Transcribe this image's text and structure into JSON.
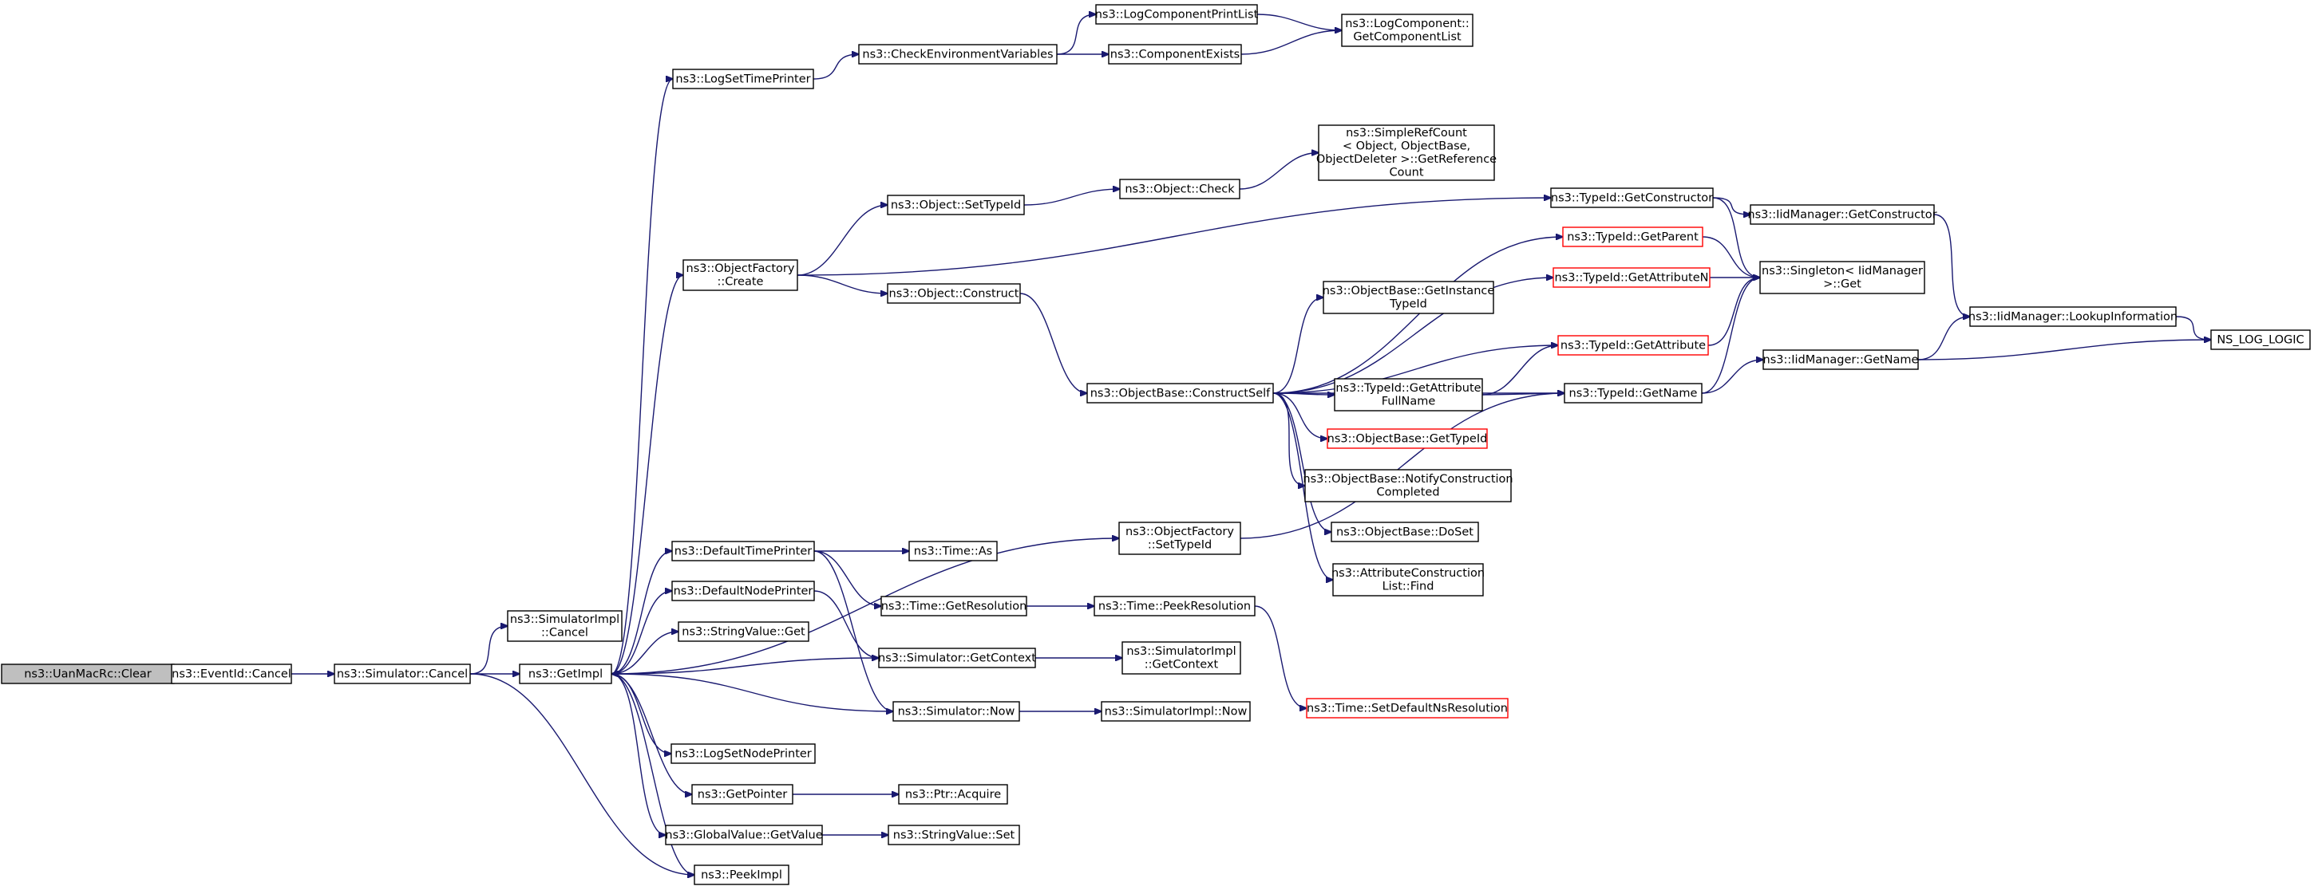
{
  "nodes": [
    {
      "id": "n0",
      "lines": [
        "ns3::UanMacRc::Clear"
      ],
      "style": "highlight"
    },
    {
      "id": "n1",
      "lines": [
        "ns3::EventId::Cancel"
      ],
      "style": "normal"
    },
    {
      "id": "n2",
      "lines": [
        "ns3::Simulator::Cancel"
      ],
      "style": "normal"
    },
    {
      "id": "n3",
      "lines": [
        "ns3::SimulatorImpl",
        "::Cancel"
      ],
      "style": "normal"
    },
    {
      "id": "n4",
      "lines": [
        "ns3::GetImpl"
      ],
      "style": "normal"
    },
    {
      "id": "n5",
      "lines": [
        "ns3::PeekImpl"
      ],
      "style": "normal"
    },
    {
      "id": "n6",
      "lines": [
        "ns3::LogSetTimePrinter"
      ],
      "style": "normal"
    },
    {
      "id": "n7",
      "lines": [
        "ns3::CheckEnvironmentVariables"
      ],
      "style": "normal"
    },
    {
      "id": "n8",
      "lines": [
        "ns3::LogComponentPrintList"
      ],
      "style": "normal"
    },
    {
      "id": "n9",
      "lines": [
        "ns3::LogComponent::",
        "GetComponentList"
      ],
      "style": "normal"
    },
    {
      "id": "n10",
      "lines": [
        "ns3::ComponentExists"
      ],
      "style": "normal"
    },
    {
      "id": "n11",
      "lines": [
        "ns3::ObjectFactory",
        "::Create"
      ],
      "style": "normal"
    },
    {
      "id": "n12",
      "lines": [
        "ns3::Object::SetTypeId"
      ],
      "style": "normal"
    },
    {
      "id": "n13",
      "lines": [
        "ns3::Object::Check"
      ],
      "style": "normal"
    },
    {
      "id": "n14",
      "lines": [
        "ns3::SimpleRefCount",
        "< Object, ObjectBase,",
        "ObjectDeleter >::GetReference",
        "Count"
      ],
      "style": "normal"
    },
    {
      "id": "n15",
      "lines": [
        "ns3::Object::Construct"
      ],
      "style": "normal"
    },
    {
      "id": "n16",
      "lines": [
        "ns3::ObjectBase::ConstructSelf"
      ],
      "style": "normal"
    },
    {
      "id": "n17",
      "lines": [
        "ns3::TypeId::GetParent"
      ],
      "style": "red"
    },
    {
      "id": "n18",
      "lines": [
        "ns3::Singleton< IidManager",
        ">::Get"
      ],
      "style": "normal"
    },
    {
      "id": "n19",
      "lines": [
        "ns3::TypeId::GetAttributeN"
      ],
      "style": "red"
    },
    {
      "id": "n20",
      "lines": [
        "ns3::ObjectBase::GetInstance",
        "TypeId"
      ],
      "style": "normal"
    },
    {
      "id": "n21",
      "lines": [
        "ns3::TypeId::GetAttribute"
      ],
      "style": "red"
    },
    {
      "id": "n22",
      "lines": [
        "ns3::TypeId::GetAttribute",
        "FullName"
      ],
      "style": "normal"
    },
    {
      "id": "n23",
      "lines": [
        "ns3::TypeId::GetName"
      ],
      "style": "normal"
    },
    {
      "id": "n24",
      "lines": [
        "ns3::IidManager::GetName"
      ],
      "style": "normal"
    },
    {
      "id": "n25",
      "lines": [
        "ns3::IidManager::LookupInformation"
      ],
      "style": "normal"
    },
    {
      "id": "n26",
      "lines": [
        "NS_LOG_LOGIC"
      ],
      "style": "normal"
    },
    {
      "id": "n27",
      "lines": [
        "ns3::ObjectBase::GetTypeId"
      ],
      "style": "red"
    },
    {
      "id": "n28",
      "lines": [
        "ns3::ObjectBase::NotifyConstruction",
        "Completed"
      ],
      "style": "normal"
    },
    {
      "id": "n29",
      "lines": [
        "ns3::ObjectBase::DoSet"
      ],
      "style": "normal"
    },
    {
      "id": "n30",
      "lines": [
        "ns3::AttributeConstruction",
        "List::Find"
      ],
      "style": "normal"
    },
    {
      "id": "n31",
      "lines": [
        "ns3::TypeId::GetConstructor"
      ],
      "style": "normal"
    },
    {
      "id": "n32",
      "lines": [
        "ns3::IidManager::GetConstructor"
      ],
      "style": "normal"
    },
    {
      "id": "n33",
      "lines": [
        "ns3::DefaultTimePrinter"
      ],
      "style": "normal"
    },
    {
      "id": "n34",
      "lines": [
        "ns3::Time::As"
      ],
      "style": "normal"
    },
    {
      "id": "n35",
      "lines": [
        "ns3::Time::GetResolution"
      ],
      "style": "normal"
    },
    {
      "id": "n36",
      "lines": [
        "ns3::Time::PeekResolution"
      ],
      "style": "normal"
    },
    {
      "id": "n37",
      "lines": [
        "ns3::Time::SetDefaultNsResolution"
      ],
      "style": "red"
    },
    {
      "id": "n38",
      "lines": [
        "ns3::Simulator::Now"
      ],
      "style": "normal"
    },
    {
      "id": "n39",
      "lines": [
        "ns3::SimulatorImpl::Now"
      ],
      "style": "normal"
    },
    {
      "id": "n40",
      "lines": [
        "ns3::DefaultNodePrinter"
      ],
      "style": "normal"
    },
    {
      "id": "n41",
      "lines": [
        "ns3::Simulator::GetContext"
      ],
      "style": "normal"
    },
    {
      "id": "n42",
      "lines": [
        "ns3::SimulatorImpl",
        "::GetContext"
      ],
      "style": "normal"
    },
    {
      "id": "n43",
      "lines": [
        "ns3::StringValue::Get"
      ],
      "style": "normal"
    },
    {
      "id": "n44",
      "lines": [
        "ns3::ObjectFactory",
        "::SetTypeId"
      ],
      "style": "normal"
    },
    {
      "id": "n45",
      "lines": [
        "ns3::LogSetNodePrinter"
      ],
      "style": "normal"
    },
    {
      "id": "n46",
      "lines": [
        "ns3::GetPointer"
      ],
      "style": "normal"
    },
    {
      "id": "n47",
      "lines": [
        "ns3::Ptr::Acquire"
      ],
      "style": "normal"
    },
    {
      "id": "n48",
      "lines": [
        "ns3::GlobalValue::GetValue"
      ],
      "style": "normal"
    },
    {
      "id": "n49",
      "lines": [
        "ns3::StringValue::Set"
      ],
      "style": "normal"
    }
  ],
  "edges": [
    [
      "n0",
      "n1"
    ],
    [
      "n1",
      "n2"
    ],
    [
      "n2",
      "n3"
    ],
    [
      "n2",
      "n4"
    ],
    [
      "n2",
      "n5"
    ],
    [
      "n4",
      "n6"
    ],
    [
      "n4",
      "n11"
    ],
    [
      "n4",
      "n33"
    ],
    [
      "n4",
      "n40"
    ],
    [
      "n4",
      "n43"
    ],
    [
      "n4",
      "n44"
    ],
    [
      "n4",
      "n45"
    ],
    [
      "n4",
      "n46"
    ],
    [
      "n4",
      "n48"
    ],
    [
      "n4",
      "n5"
    ],
    [
      "n6",
      "n7"
    ],
    [
      "n7",
      "n8"
    ],
    [
      "n7",
      "n10"
    ],
    [
      "n8",
      "n9"
    ],
    [
      "n10",
      "n9"
    ],
    [
      "n11",
      "n12"
    ],
    [
      "n11",
      "n15"
    ],
    [
      "n11",
      "n31"
    ],
    [
      "n12",
      "n13"
    ],
    [
      "n13",
      "n14"
    ],
    [
      "n15",
      "n16"
    ],
    [
      "n16",
      "n17"
    ],
    [
      "n16",
      "n19"
    ],
    [
      "n16",
      "n20"
    ],
    [
      "n16",
      "n21"
    ],
    [
      "n16",
      "n22"
    ],
    [
      "n16",
      "n23"
    ],
    [
      "n16",
      "n27"
    ],
    [
      "n16",
      "n28"
    ],
    [
      "n16",
      "n29"
    ],
    [
      "n16",
      "n30"
    ],
    [
      "n17",
      "n18"
    ],
    [
      "n19",
      "n18"
    ],
    [
      "n21",
      "n18"
    ],
    [
      "n22",
      "n21"
    ],
    [
      "n22",
      "n23"
    ],
    [
      "n23",
      "n18"
    ],
    [
      "n23",
      "n24"
    ],
    [
      "n24",
      "n25"
    ],
    [
      "n24",
      "n26"
    ],
    [
      "n25",
      "n26"
    ],
    [
      "n31",
      "n18"
    ],
    [
      "n31",
      "n32"
    ],
    [
      "n32",
      "n25"
    ],
    [
      "n33",
      "n34"
    ],
    [
      "n33",
      "n35"
    ],
    [
      "n33",
      "n38"
    ],
    [
      "n35",
      "n36"
    ],
    [
      "n36",
      "n37"
    ],
    [
      "n38",
      "n4"
    ],
    [
      "n38",
      "n39"
    ],
    [
      "n40",
      "n41"
    ],
    [
      "n41",
      "n4"
    ],
    [
      "n41",
      "n42"
    ],
    [
      "n44",
      "n23"
    ],
    [
      "n46",
      "n47"
    ],
    [
      "n48",
      "n49"
    ]
  ]
}
